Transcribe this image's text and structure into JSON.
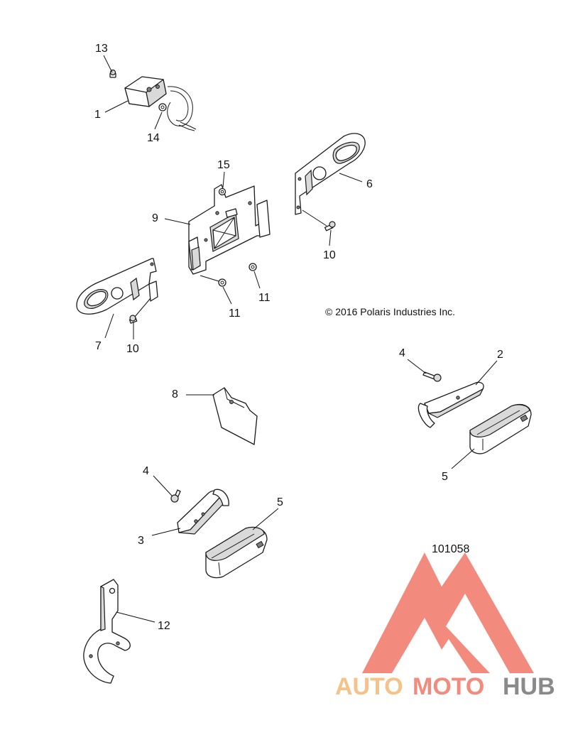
{
  "copyright": "© 2016 Polaris Industries Inc.",
  "diagram_id": "101058",
  "watermark": {
    "word_a": "AUTO",
    "word_b": "MOTO",
    "word_c": "HUB",
    "color_a": "#f5c28a",
    "color_b": "#f28b7d",
    "color_c": "#8a8a8a",
    "triangle_color": "#f28b7d"
  },
  "callouts": [
    {
      "id": "c13",
      "label": "13"
    },
    {
      "id": "c1",
      "label": "1"
    },
    {
      "id": "c14",
      "label": "14"
    },
    {
      "id": "c15",
      "label": "15"
    },
    {
      "id": "c9",
      "label": "9"
    },
    {
      "id": "c6",
      "label": "6"
    },
    {
      "id": "c10a",
      "label": "10"
    },
    {
      "id": "c11a",
      "label": "11"
    },
    {
      "id": "c11b",
      "label": "11"
    },
    {
      "id": "c7",
      "label": "7"
    },
    {
      "id": "c10b",
      "label": "10"
    },
    {
      "id": "c4a",
      "label": "4"
    },
    {
      "id": "c2",
      "label": "2"
    },
    {
      "id": "c5a",
      "label": "5"
    },
    {
      "id": "c8",
      "label": "8"
    },
    {
      "id": "c4b",
      "label": "4"
    },
    {
      "id": "c3",
      "label": "3"
    },
    {
      "id": "c5b",
      "label": "5"
    },
    {
      "id": "c12",
      "label": "12"
    }
  ]
}
